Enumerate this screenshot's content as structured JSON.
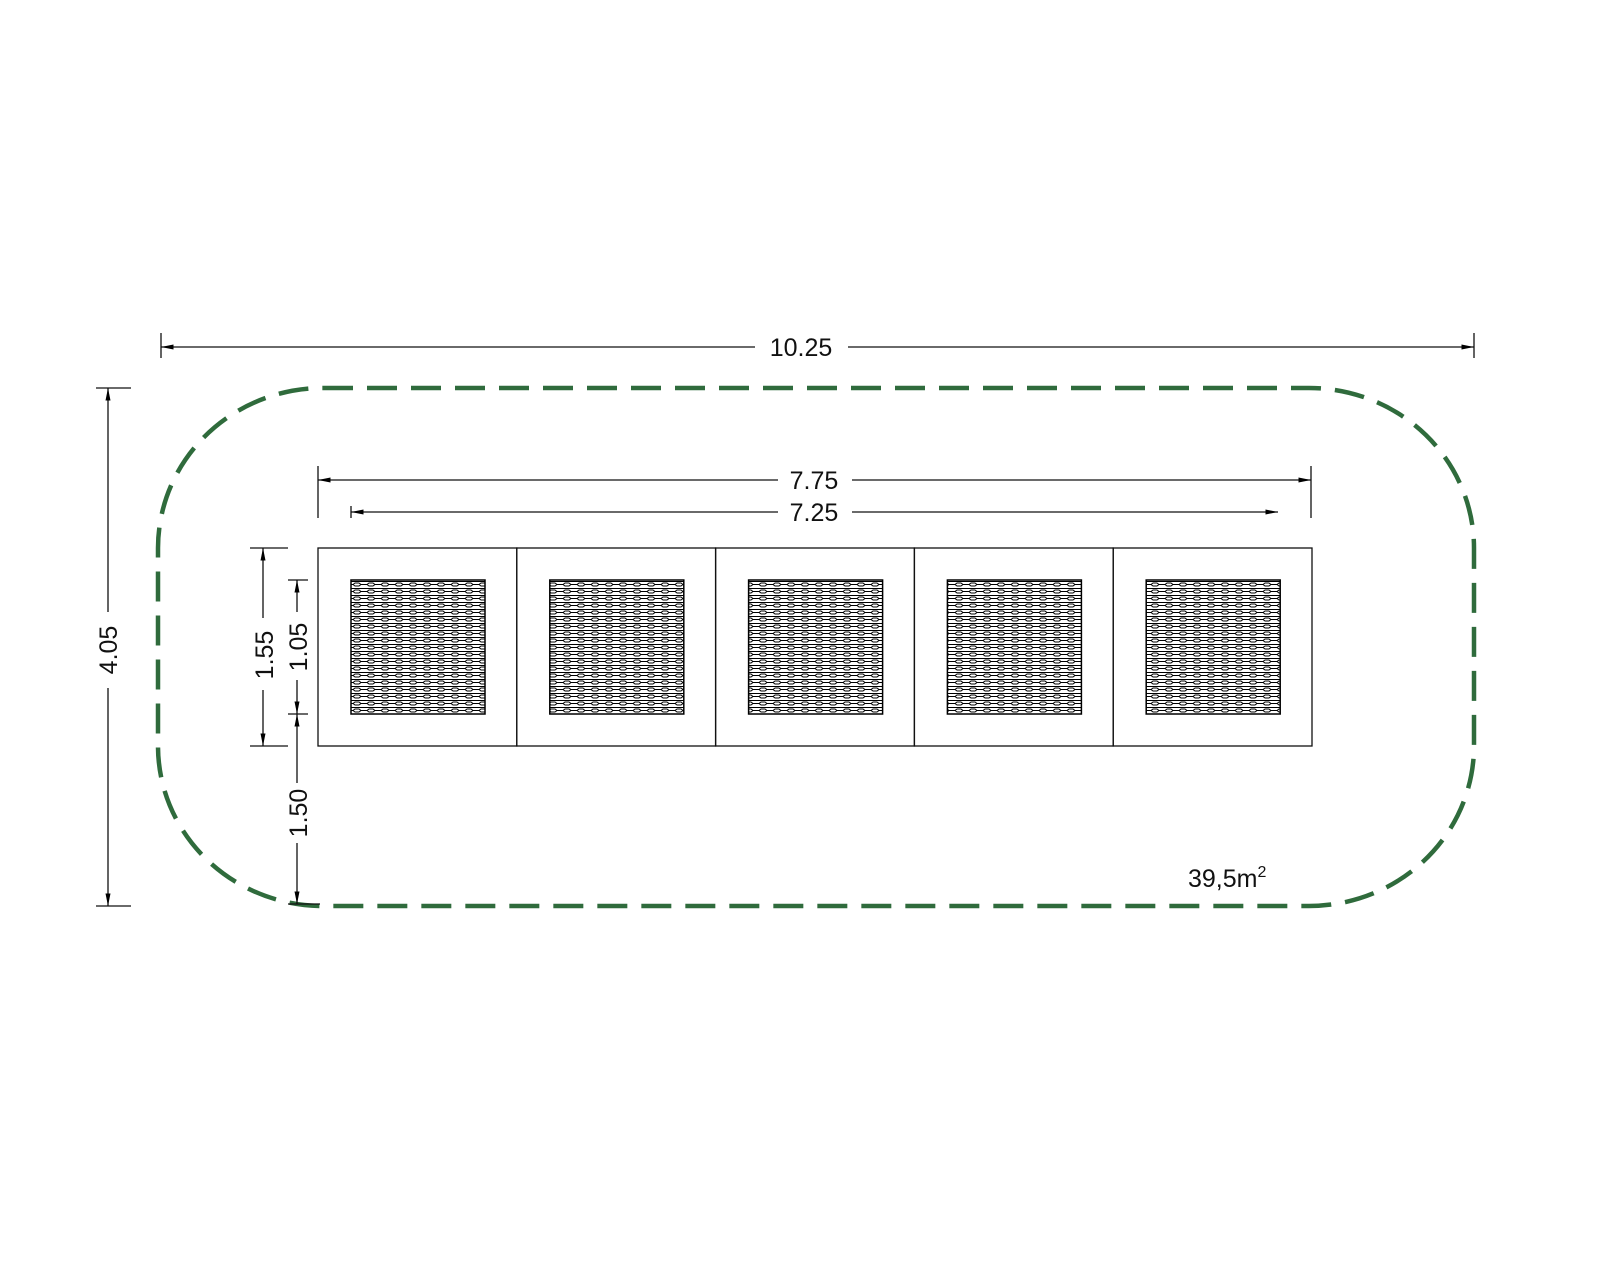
{
  "drawing": {
    "outline_color": "#2f6b3c",
    "dimensions": {
      "overall_length": "10.25",
      "overall_width": "4.05",
      "equipment_length_outer": "7.75",
      "equipment_length_inner": "7.25",
      "module_depth": "1.55",
      "pad_depth": "1.05",
      "clearance": "1.50"
    },
    "area_label": "39,5m",
    "area_exponent": "2",
    "module_count": 5
  }
}
